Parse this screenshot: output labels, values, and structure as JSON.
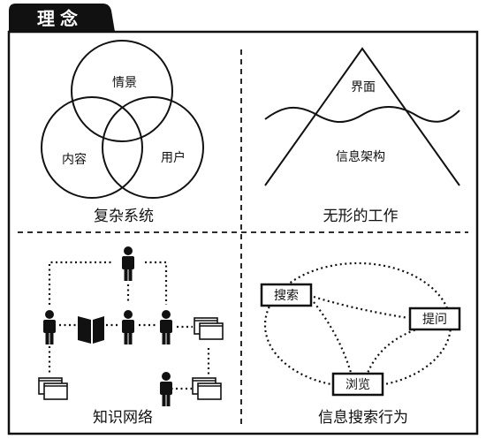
{
  "title": "理念",
  "quadrants": {
    "complex_system": {
      "caption": "复杂系统",
      "circles": [
        "情景",
        "内容",
        "用户"
      ]
    },
    "invisible_work": {
      "caption": "无形的工作",
      "labels": {
        "top": "界面",
        "bottom": "信息架构"
      }
    },
    "knowledge_network": {
      "caption": "知识网络"
    },
    "info_seeking": {
      "caption": "信息搜索行为",
      "nodes": [
        "搜索",
        "提问",
        "浏览"
      ]
    }
  }
}
